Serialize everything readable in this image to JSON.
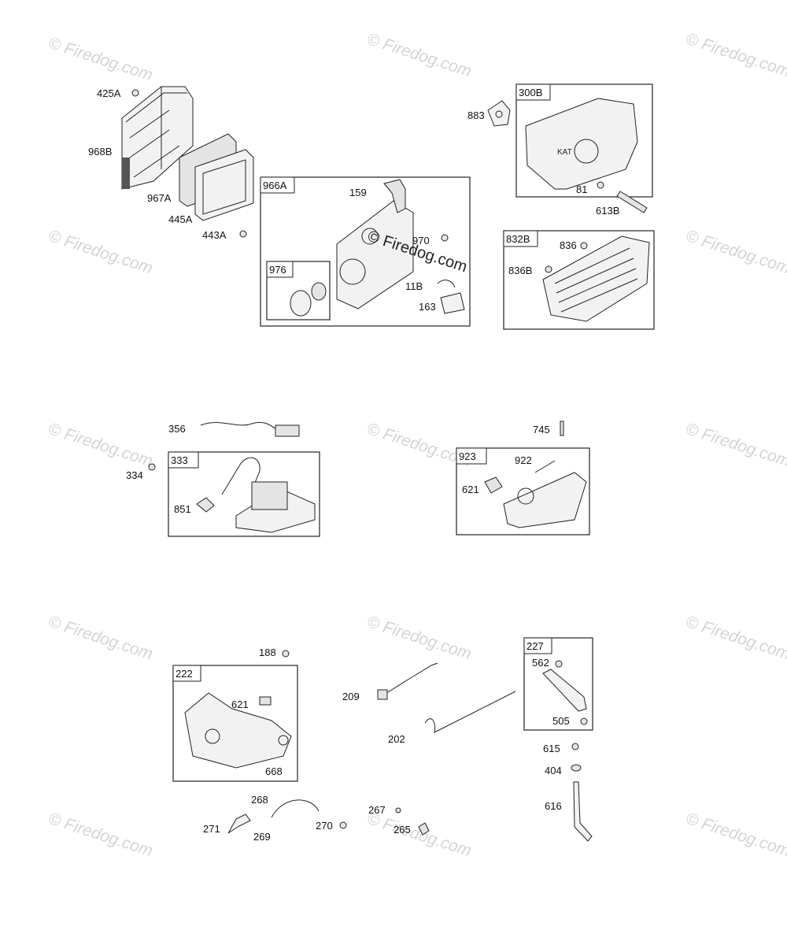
{
  "watermark": {
    "text": "© Firedog.com",
    "center_text": "© Firedog.com"
  },
  "groups": [
    {
      "id": "966A"
    },
    {
      "id": "976"
    },
    {
      "id": "300B"
    },
    {
      "id": "832B"
    },
    {
      "id": "333"
    },
    {
      "id": "923"
    },
    {
      "id": "222"
    },
    {
      "id": "227"
    }
  ],
  "labels": [
    "425A",
    "968B",
    "967A",
    "445A",
    "443A",
    "159",
    "970",
    "11B",
    "163",
    "883",
    "81",
    "613B",
    "836",
    "836B",
    "356",
    "334",
    "851",
    "745",
    "922",
    "621",
    "188",
    "621",
    "668",
    "209",
    "202",
    "562",
    "505",
    "615",
    "404",
    "616",
    "268",
    "271",
    "269",
    "270",
    "267",
    "265"
  ]
}
